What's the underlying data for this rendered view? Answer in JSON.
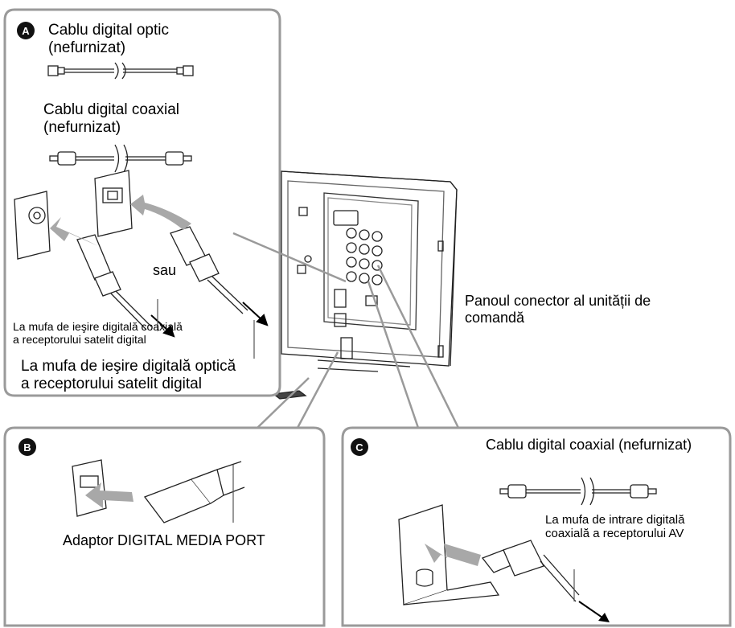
{
  "panel_a": {
    "badge": "A",
    "optical_cable_label": "Cablu digital optic\n(nefurnizat)",
    "coaxial_cable_label": "Cablu digital coaxial\n(nefurnizat)",
    "or_label": "sau",
    "coax_jack_label": "La mufa de ieşire digitală coaxială\na receptorului satelit digital",
    "optical_jack_label": "La mufa de ieşire digitală optică\na receptorului satelit digital"
  },
  "tv": {
    "connector_panel_label": "Panoul conector al unității de\ncomandă"
  },
  "panel_b": {
    "badge": "B",
    "adapter_label": "Adaptor DIGITAL MEDIA PORT"
  },
  "panel_c": {
    "badge": "C",
    "cable_label": "Cablu digital coaxial (nefurnizat)",
    "av_jack_label": "La mufa de intrare digitală\ncoaxială a receptorului AV"
  },
  "colors": {
    "frame": "#9a9a9a",
    "arrow": "#a8a8a8",
    "ink": "#000000"
  }
}
